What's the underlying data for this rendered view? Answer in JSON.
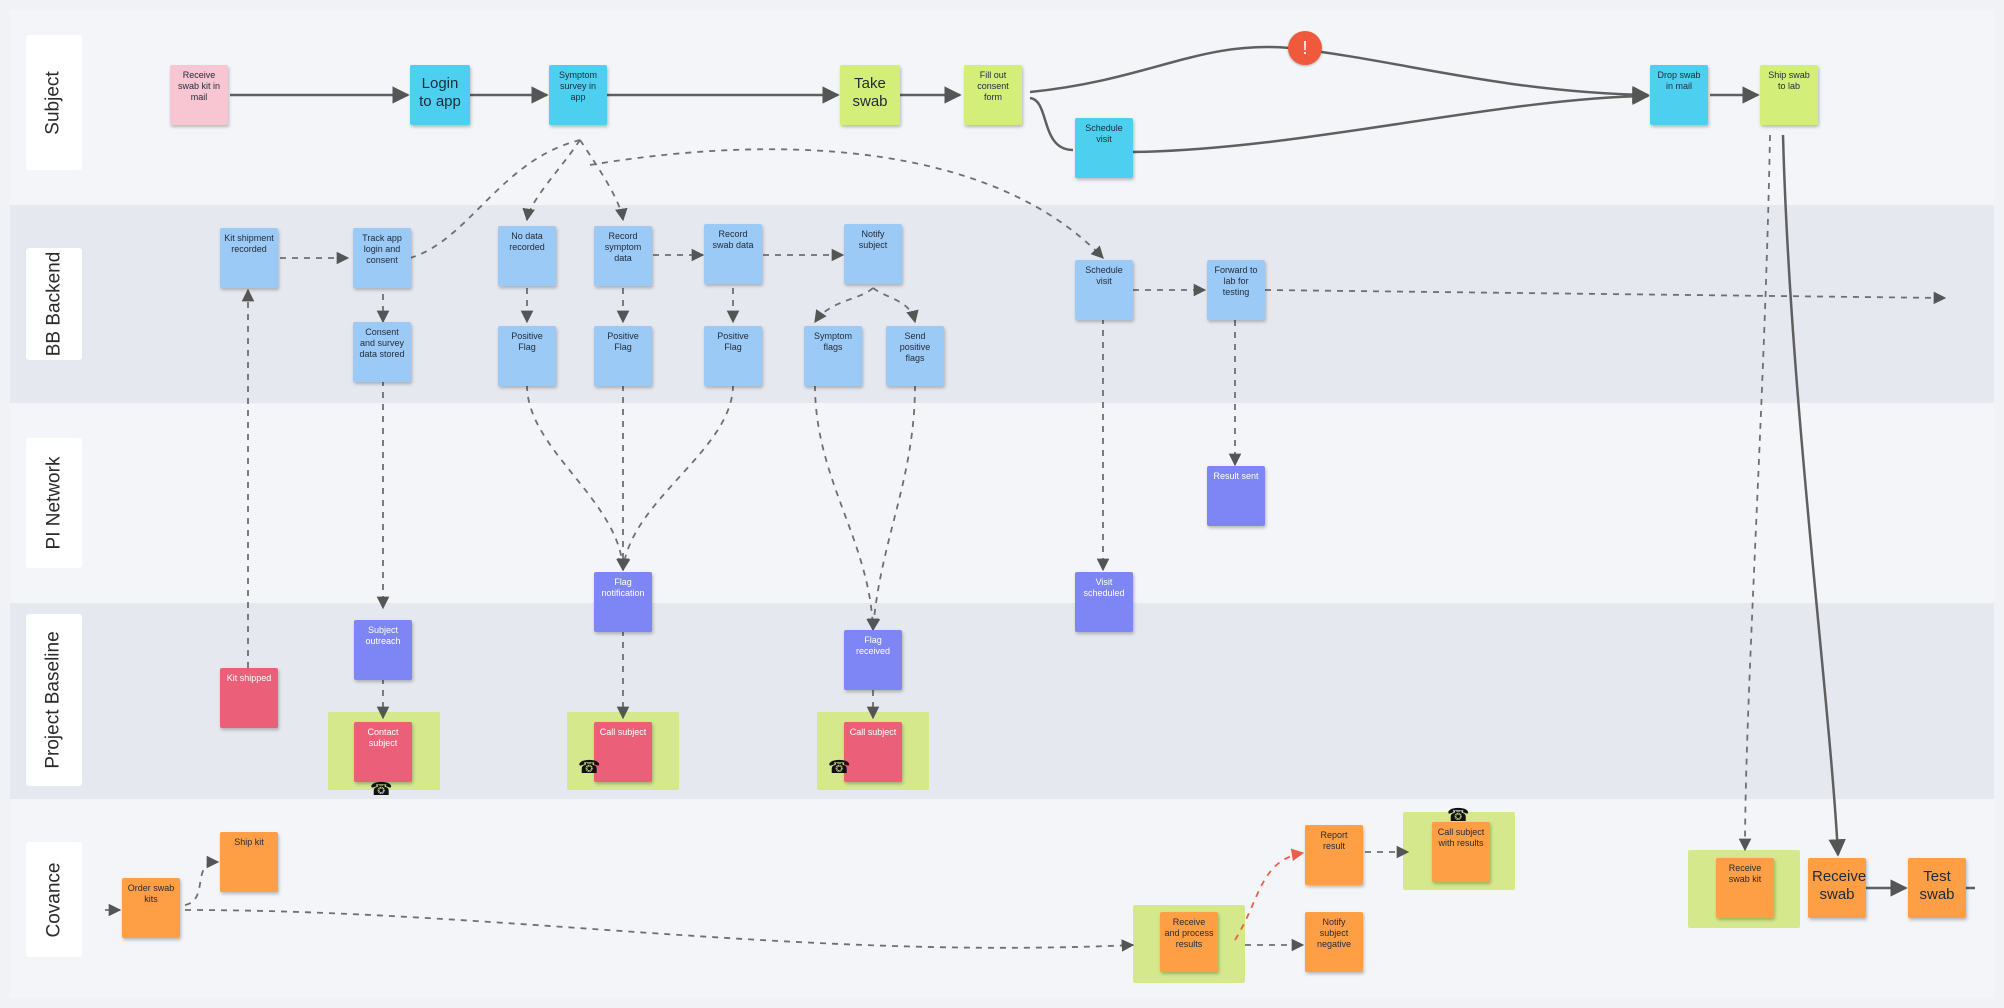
{
  "lanes": [
    {
      "id": "subject",
      "label": "Subject"
    },
    {
      "id": "bb_backend",
      "label": "BB Backend"
    },
    {
      "id": "pi_network",
      "label": "PI Network"
    },
    {
      "id": "project_baseline",
      "label": "Project Baseline"
    },
    {
      "id": "covance",
      "label": "Covance"
    }
  ],
  "notes": [
    {
      "id": "s1",
      "text": "Receive swab kit in mail"
    },
    {
      "id": "s2",
      "text": "Login to app"
    },
    {
      "id": "s3",
      "text": "Symptom survey in app"
    },
    {
      "id": "s4",
      "text": "Take swab"
    },
    {
      "id": "s5",
      "text": "Fill out consent form"
    },
    {
      "id": "s6",
      "text": "Schedule visit"
    },
    {
      "id": "s7",
      "text": "Drop swab in mail"
    },
    {
      "id": "s8",
      "text": "Ship swab to lab"
    },
    {
      "id": "b1",
      "text": "Kit shipment recorded"
    },
    {
      "id": "b2",
      "text": "Track app login and consent"
    },
    {
      "id": "b3",
      "text": "Consent and survey data stored"
    },
    {
      "id": "b4",
      "text": "No data recorded"
    },
    {
      "id": "b5",
      "text": "Record symptom data"
    },
    {
      "id": "b6",
      "text": "Record swab data"
    },
    {
      "id": "b7",
      "text": "Notify subject"
    },
    {
      "id": "b8",
      "text": "Positive Flag"
    },
    {
      "id": "b9",
      "text": "Positive Flag"
    },
    {
      "id": "b10",
      "text": "Positive Flag"
    },
    {
      "id": "b11",
      "text": "Symptom flags"
    },
    {
      "id": "b12",
      "text": "Send positive flags"
    },
    {
      "id": "b13",
      "text": "Schedule visit"
    },
    {
      "id": "b14",
      "text": "Forward to lab for testing"
    },
    {
      "id": "p1",
      "text": "Result sent"
    },
    {
      "id": "p2",
      "text": "Visit scheduled"
    },
    {
      "id": "j1",
      "text": "Subject outreach"
    },
    {
      "id": "j2",
      "text": "Flag notification"
    },
    {
      "id": "j3",
      "text": "Flag received"
    },
    {
      "id": "r1",
      "text": "Kit shipped"
    },
    {
      "id": "r2",
      "text": "Contact subject"
    },
    {
      "id": "r3",
      "text": "Call subject"
    },
    {
      "id": "r4",
      "text": "Call subject"
    },
    {
      "id": "c1",
      "text": "Order swab kits"
    },
    {
      "id": "c2",
      "text": "Ship kit"
    },
    {
      "id": "c3",
      "text": "Receive and process results"
    },
    {
      "id": "c4",
      "text": "Report result"
    },
    {
      "id": "c5",
      "text": "Call subject with results"
    },
    {
      "id": "c6",
      "text": "Notify subject negative"
    },
    {
      "id": "c7",
      "text": "Receive swab kit"
    },
    {
      "id": "c8",
      "text": "Receive swab"
    },
    {
      "id": "c9",
      "text": "Test swab"
    }
  ],
  "marker": {
    "text": "!"
  },
  "phone_icon": {
    "glyph": "☎"
  },
  "colors": {
    "pink": "#f7c6d2",
    "cyan": "#4dd0ef",
    "lime": "#d3ef7a",
    "blue": "#9ccaf6",
    "indigo": "#7e86f5",
    "rose": "#ec5f79",
    "orange": "#ff9f45",
    "highlight": "#d6e88c",
    "marker": "#f05a3c"
  }
}
